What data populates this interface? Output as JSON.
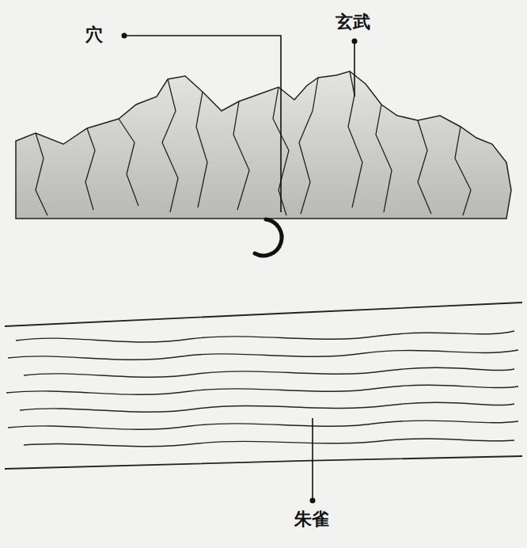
{
  "diagram": {
    "labels": [
      "穴",
      "玄武",
      "朱雀"
    ]
  }
}
